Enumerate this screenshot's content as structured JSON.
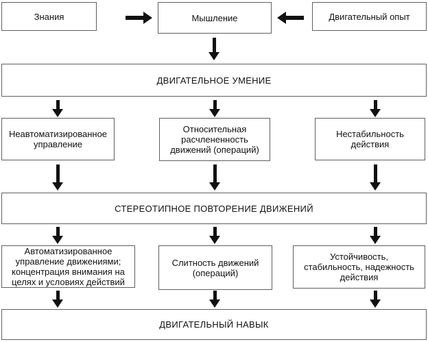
{
  "diagram": {
    "top": {
      "knowledge": "Знания",
      "thinking": "Мышление",
      "experience": "Двигательный опыт"
    },
    "stage_umenie": {
      "title": "ДВИГАТЕЛЬНОЕ УМЕНИЕ",
      "features": [
        "Неавтоматизированное\nуправление",
        "Относительная\nрасчлененность\nдвижений (операций)",
        "Нестабильность\nдействия"
      ]
    },
    "transition": {
      "title": "СТЕРЕОТИПНОЕ ПОВТОРЕНИЕ ДВИЖЕНИЙ"
    },
    "stage_navyk": {
      "features": [
        "Автоматизированное\nуправление движениями;\nконцентрация внимания на\nцелях и условиях действий",
        "Слитность движений\n(операций)",
        "Устойчивость,\nстабильность, надежность\nдействия"
      ],
      "title": "ДВИГАТЕЛЬНЫЙ НАВЫК"
    }
  },
  "colors": {
    "border": "#5f5f5f",
    "arrow": "#111111",
    "text": "#111111",
    "page_bg": "#ffffff"
  }
}
